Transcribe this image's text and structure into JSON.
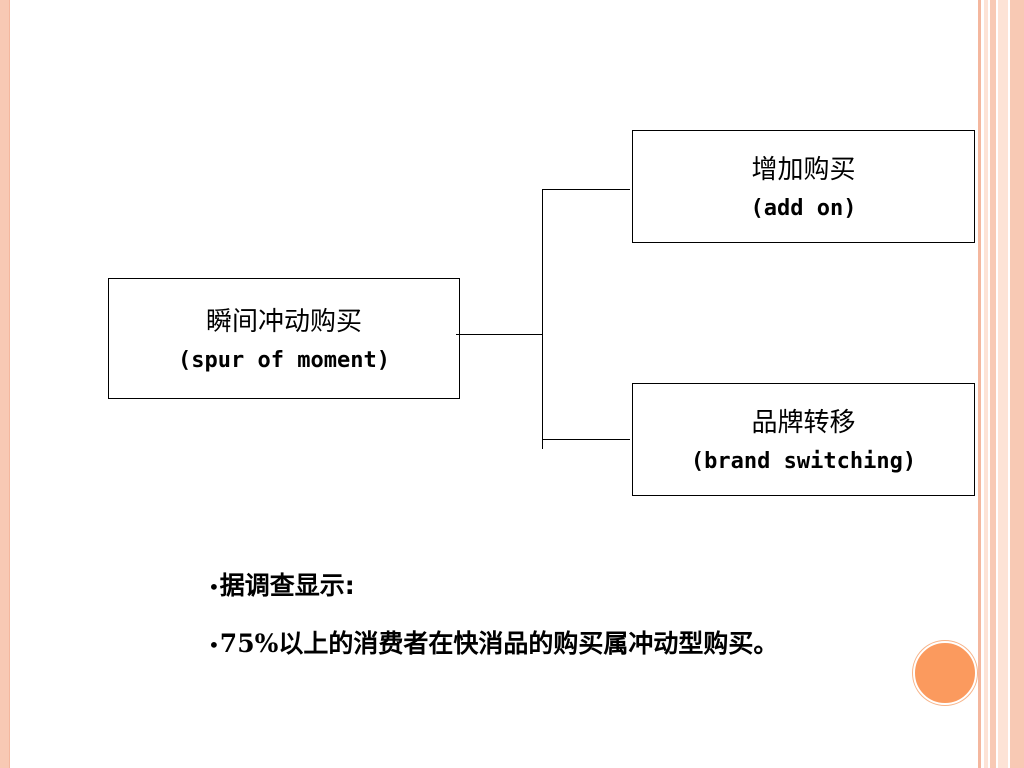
{
  "diagram": {
    "root": {
      "title_zh": "瞬间冲动购买",
      "title_en": "(spur of moment)"
    },
    "branches": [
      {
        "title_zh": "增加购买",
        "title_en": "(add on)"
      },
      {
        "title_zh": "品牌转移",
        "title_en": "(brand switching)"
      }
    ]
  },
  "notes": {
    "bullet_glyph": "•",
    "line1": "据调查显示:",
    "line2_number": "75%",
    "line2_text": "以上的消费者在快消品的购买属冲动型购买。"
  },
  "colors": {
    "frame_left": "#f8c9b4",
    "frame_right_fill": "#fde3d6",
    "frame_stripes": "#f4b79e",
    "accent_circle": "#fb9a5e",
    "box_border": "#000000",
    "text": "#000000"
  }
}
